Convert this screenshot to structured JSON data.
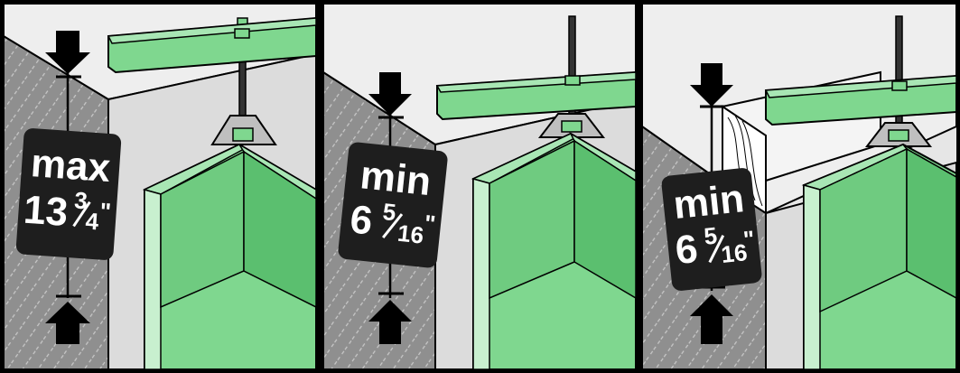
{
  "colors": {
    "green_light": "#a8e6b4",
    "green_mid": "#7fd78f",
    "green_dark": "#5bbf6f",
    "green_face": "#6fcb80",
    "concrete": "#e6e6e6",
    "concrete_shade": "#cfcfcf",
    "hatch_bg": "#8f8f8f",
    "label_bg": "#1e1e1e",
    "outline": "#000000"
  },
  "panels": [
    {
      "label_top": "max",
      "label_main": "13",
      "label_frac_num": "3",
      "label_frac_den": "4",
      "label_suffix": "\"",
      "has_wood": false
    },
    {
      "label_top": "min",
      "label_main": "6",
      "label_frac_num": "5",
      "label_frac_den": "16",
      "label_suffix": "\"",
      "has_wood": false
    },
    {
      "label_top": "min",
      "label_main": "6",
      "label_frac_num": "5",
      "label_frac_den": "16",
      "label_suffix": "\"",
      "has_wood": true
    }
  ]
}
